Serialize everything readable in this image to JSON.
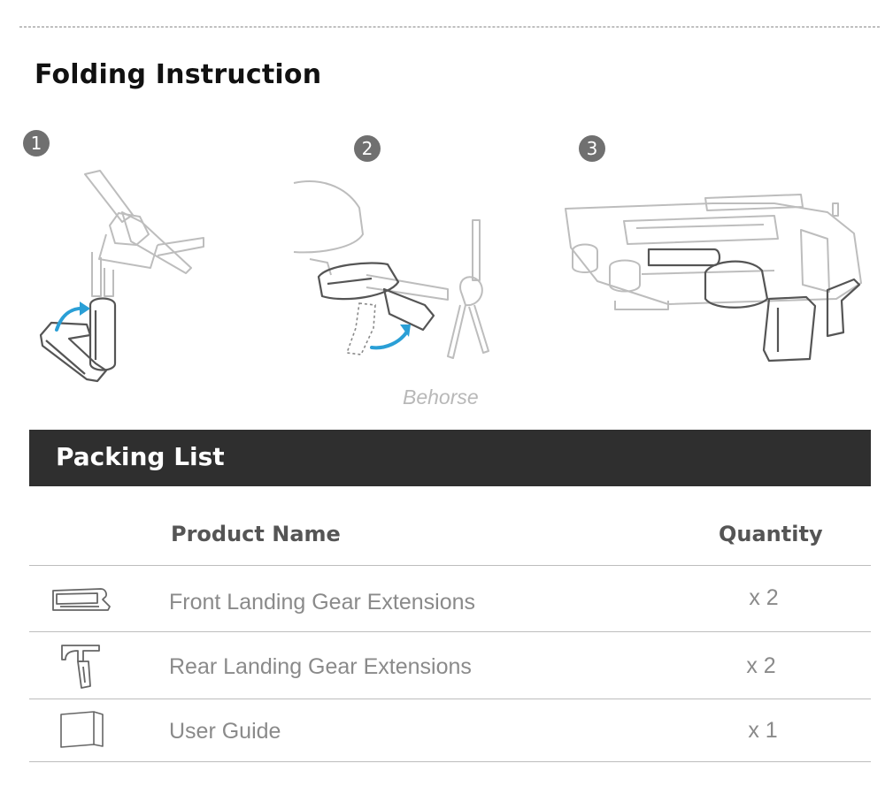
{
  "folding": {
    "title": "Folding Instruction",
    "steps": [
      "1",
      "2",
      "3"
    ]
  },
  "watermark": "Behorse",
  "packing": {
    "title": "Packing List",
    "headers": {
      "name": "Product Name",
      "quantity": "Quantity"
    },
    "items": [
      {
        "name": "Front Landing Gear Extensions",
        "quantity": "x 2",
        "icon": "front-landing-gear-icon"
      },
      {
        "name": "Rear Landing Gear Extensions",
        "quantity": "x 2",
        "icon": "rear-landing-gear-icon"
      },
      {
        "name": "User Guide",
        "quantity": "x 1",
        "icon": "user-guide-icon"
      }
    ]
  },
  "colors": {
    "header_bar": "#2f2f2f",
    "step_circle": "#707070",
    "arrow_blue": "#2a9fd6",
    "muted_text": "#8a8a8a"
  }
}
